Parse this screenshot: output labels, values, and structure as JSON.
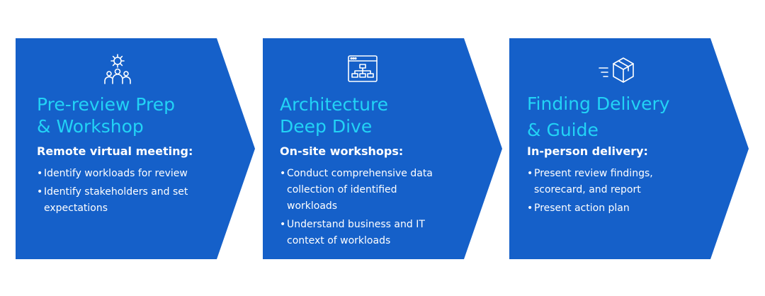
{
  "accent_color": "#22d3f6",
  "shape_color": "#1560c9",
  "steps": [
    {
      "icon": "gear-team-icon",
      "title_line1": "Pre-review Prep",
      "title_line2": "& Workshop",
      "subtitle": "Remote virtual meeting:",
      "bullets": [
        "Identify workloads for review",
        "Identify stakeholders and set expectations"
      ]
    },
    {
      "icon": "sitemap-window-icon",
      "title_line1": "Architecture",
      "title_line2": "Deep Dive",
      "subtitle": "On-site workshops:",
      "bullets": [
        "Conduct comprehensive data collection of identified workloads",
        "Understand business and IT context of workloads"
      ]
    },
    {
      "icon": "delivery-box-icon",
      "title_line1": "Finding Delivery",
      "title_line2": "& Guide",
      "subtitle": "In-person delivery:",
      "bullets": [
        "Present review findings, scorecard, and report",
        "Present action plan"
      ]
    }
  ]
}
